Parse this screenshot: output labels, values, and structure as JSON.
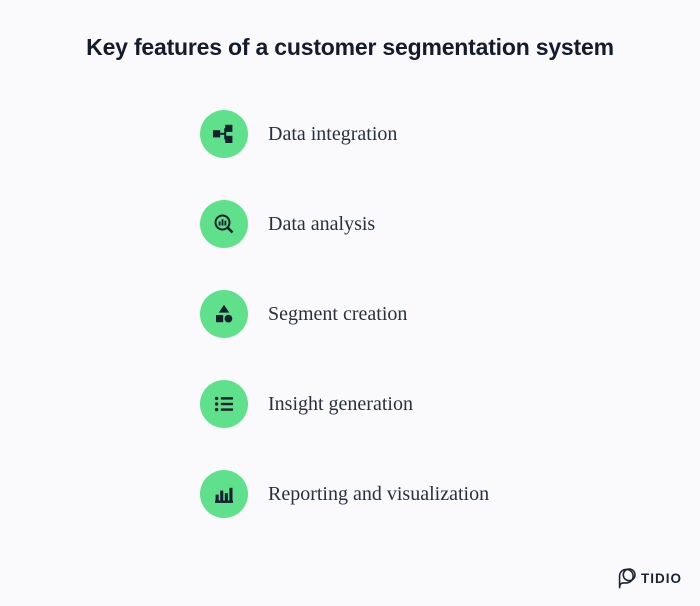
{
  "title": "Key features of a customer segmentation system",
  "features": [
    {
      "label": "Data integration",
      "icon": "flowchart-icon"
    },
    {
      "label": "Data analysis",
      "icon": "magnifier-chart-icon"
    },
    {
      "label": "Segment creation",
      "icon": "shapes-icon"
    },
    {
      "label": "Insight generation",
      "icon": "bullet-list-icon"
    },
    {
      "label": "Reporting and visualization",
      "icon": "bar-chart-icon"
    }
  ],
  "footer": {
    "brand": "TIDIO",
    "logo_icon": "tidio-bubble-icon"
  },
  "colors": {
    "background": "#FAFAFC",
    "accent_green": "#5EE18A",
    "icon_glyph": "#16202E",
    "title": "#131B2C",
    "label": "#27313F",
    "logo": "#1A2333"
  }
}
